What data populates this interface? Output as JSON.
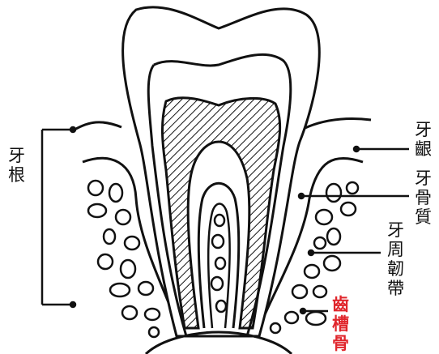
{
  "labels": {
    "root": [
      "牙",
      "根"
    ],
    "gingiva": [
      "牙",
      "齦"
    ],
    "cementum": [
      "牙",
      "骨",
      "質"
    ],
    "periodontal_ligament": [
      "牙",
      "周",
      "韌",
      "帶"
    ],
    "alveolar_bone": [
      "齒",
      "槽",
      "骨"
    ]
  },
  "colors": {
    "stroke": "#111111",
    "highlight": "#e0262c",
    "background": "#ffffff"
  }
}
